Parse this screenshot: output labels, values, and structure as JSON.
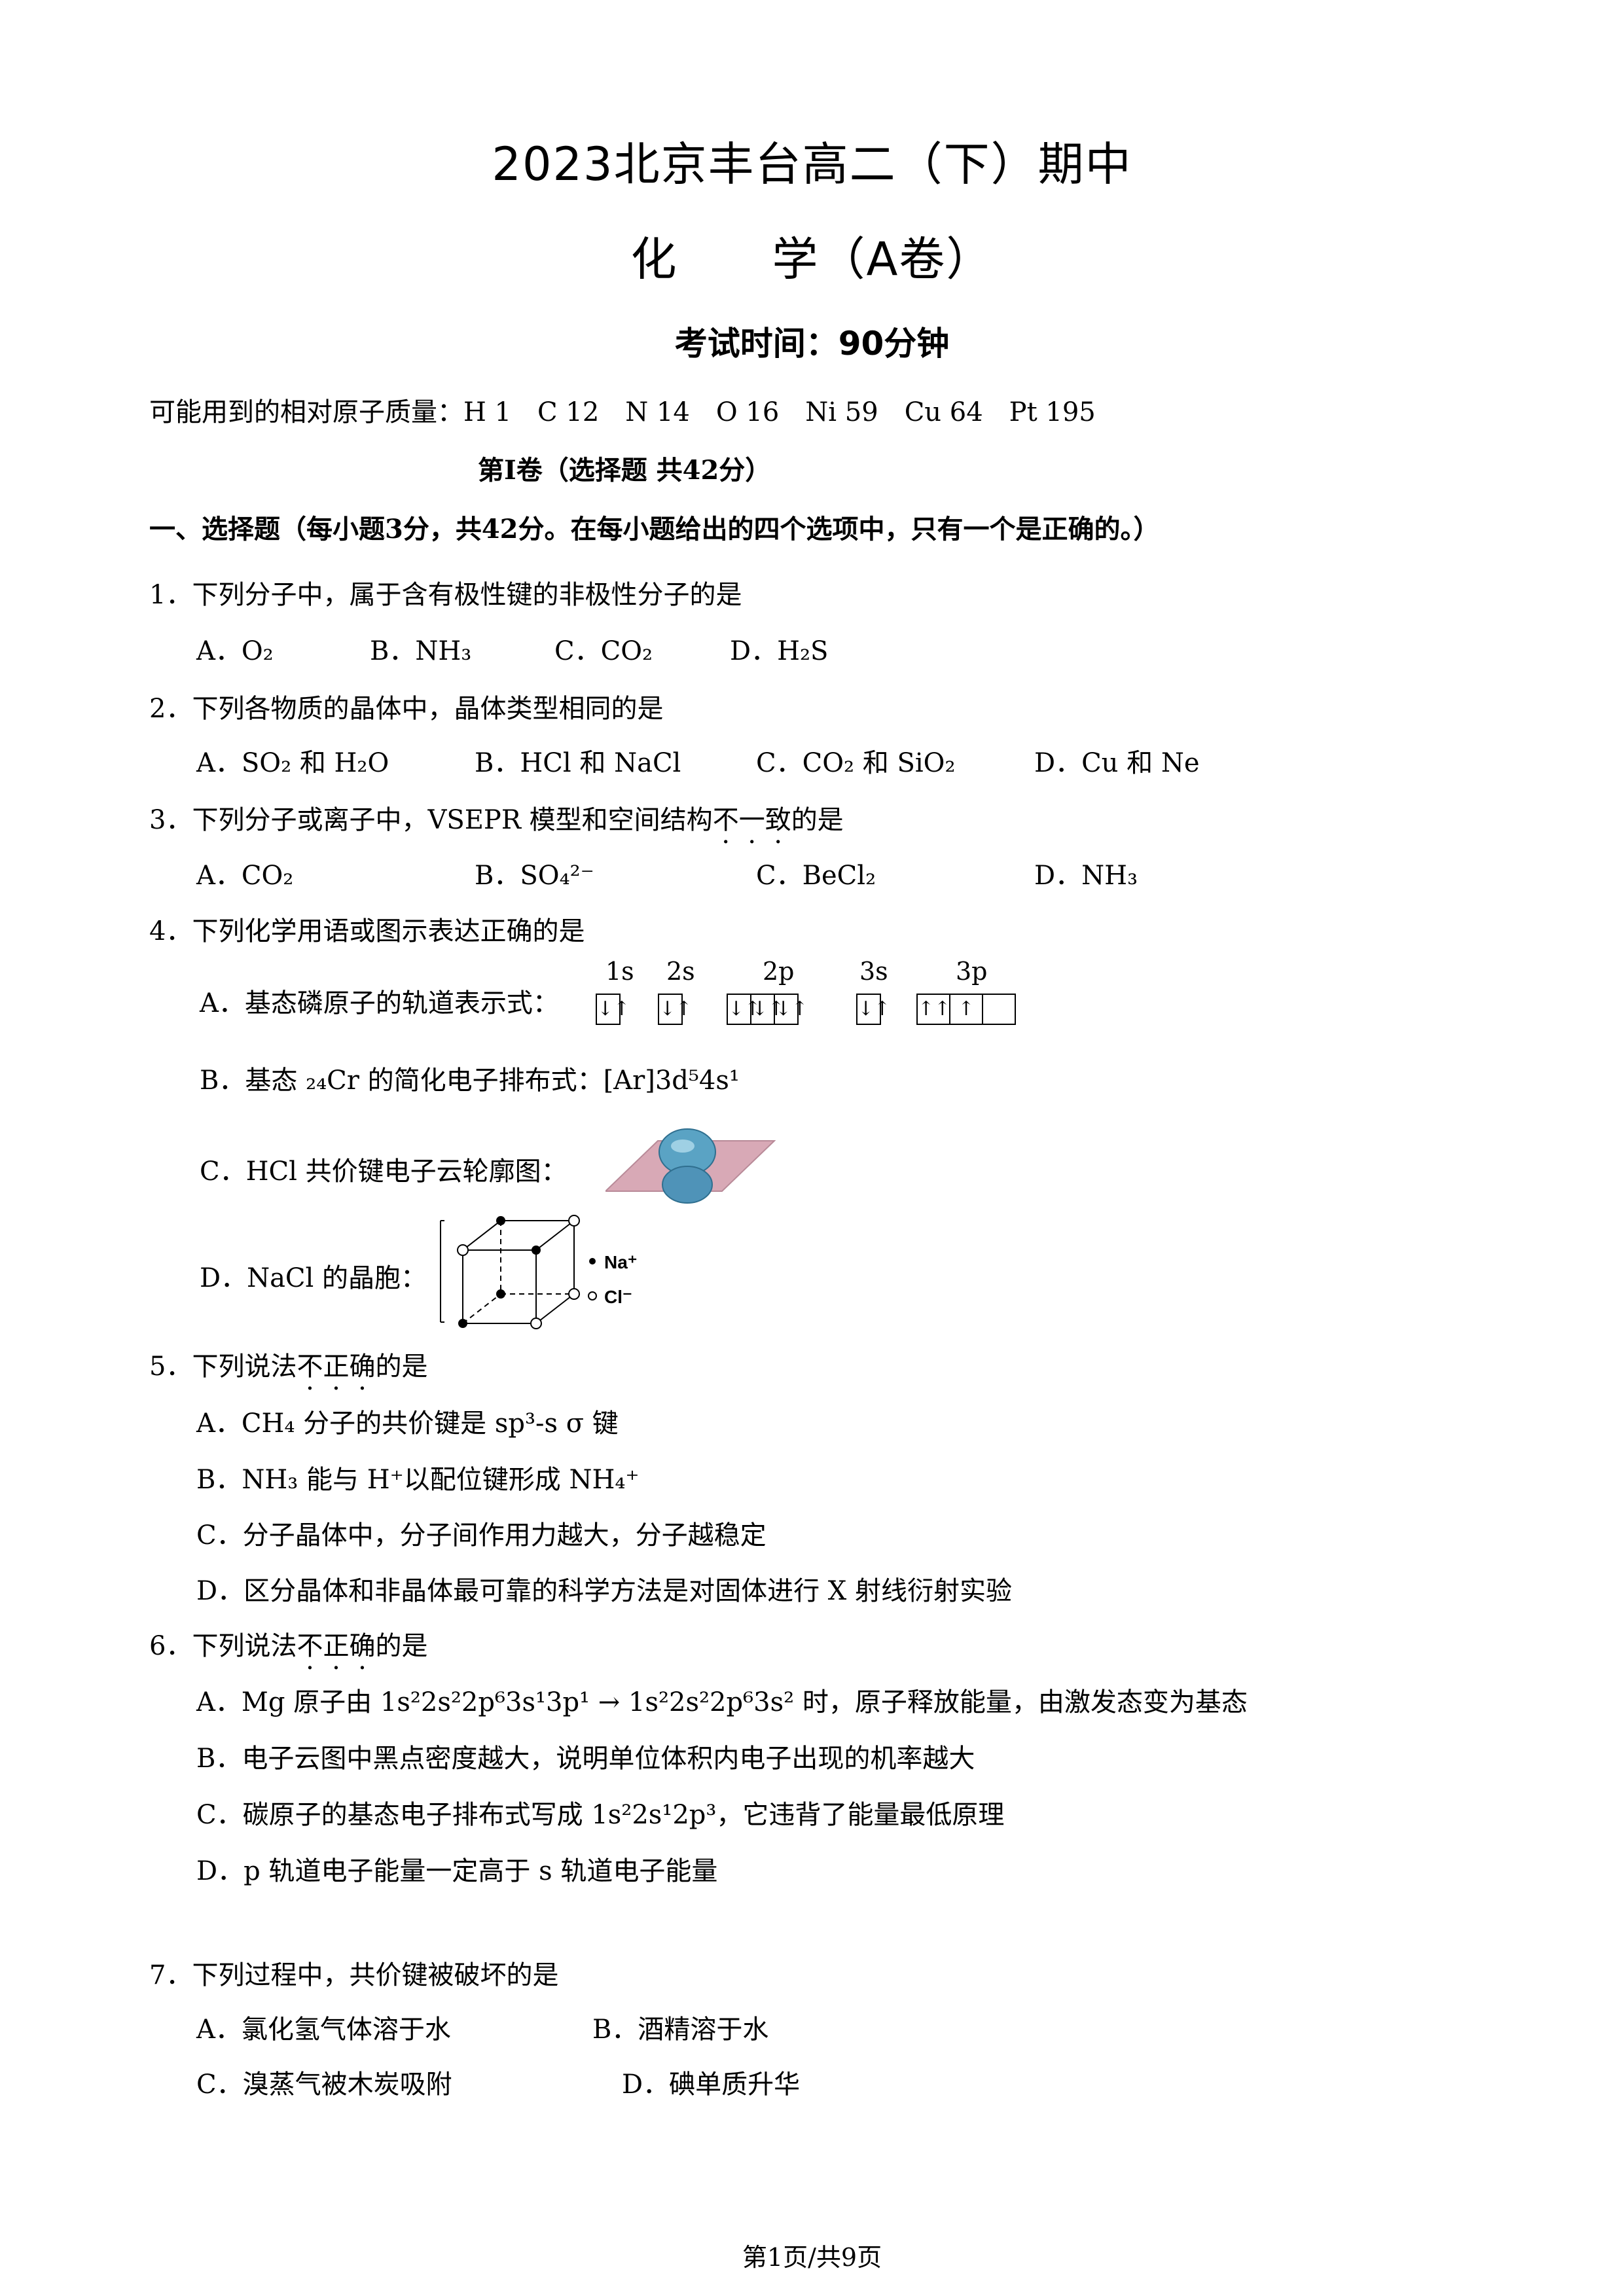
{
  "title": "2023北京丰台高二（下）期中",
  "subject": "化　　学（A卷）",
  "exam_time": "考试时间：90分钟",
  "atomic_masses": "可能用到的相对原子质量：H 1　C 12　N 14　O 16　Ni 59　Cu 64　Pt 195",
  "part1_heading": "第Ⅰ卷（选择题 共42分）",
  "section1_heading": "一、选择题（每小题3分，共42分。在每小题给出的四个选项中，只有一个是正确的。）",
  "q1": {
    "stem": "1．下列分子中，属于含有极性键的非极性分子的是",
    "a": "A．O₂",
    "b": "B．NH₃",
    "c": "C．CO₂",
    "d": "D．H₂S"
  },
  "q2": {
    "stem": "2．下列各物质的晶体中，晶体类型相同的是",
    "a": "A．SO₂ 和 H₂O",
    "b": "B．HCl 和 NaCl",
    "c": "C．CO₂ 和 SiO₂",
    "d": "D．Cu 和 Ne"
  },
  "q3": {
    "stem_pre": "3．下列分子或离子中，VSEPR 模型和空间结构",
    "stem_em": [
      "不",
      "一",
      "致"
    ],
    "stem_post": "的是",
    "a": "A．CO₂",
    "b": "B．SO₄²⁻",
    "c": "C．BeCl₂",
    "d": "D．NH₃"
  },
  "q4": {
    "stem": "4．下列化学用语或图示表达正确的是",
    "a": "A．基态磷原子的轨道表示式：",
    "orbitals": [
      "1s",
      "2s",
      "2p",
      "3s",
      "3p"
    ],
    "b": "B．基态 ₂₄Cr 的简化电子排布式：[Ar]3d⁵4s¹",
    "c": "C．HCl 共价键电子云轮廓图：",
    "d": "D．NaCl 的晶胞：",
    "na_label": "Na⁺",
    "cl_label": "Cl⁻"
  },
  "q5": {
    "stem_pre": "5．下列说法",
    "stem_em": [
      "不",
      "正",
      "确"
    ],
    "stem_post": "的是",
    "a": "A．CH₄ 分子的共价键是 sp³-s σ 键",
    "b": "B．NH₃ 能与 H⁺以配位键形成 NH₄⁺",
    "c": "C．分子晶体中，分子间作用力越大，分子越稳定",
    "d": "D．区分晶体和非晶体最可靠的科学方法是对固体进行 X 射线衍射实验"
  },
  "q6": {
    "stem_pre": "6．下列说法",
    "stem_em": [
      "不",
      "正",
      "确"
    ],
    "stem_post": "的是",
    "a": "A．Mg 原子由 1s²2s²2p⁶3s¹3p¹ → 1s²2s²2p⁶3s² 时，原子释放能量，由激发态变为基态",
    "b": "B．电子云图中黑点密度越大，说明单位体积内电子出现的机率越大",
    "c": "C．碳原子的基态电子排布式写成 1s²2s¹2p³，它违背了能量最低原理",
    "d": "D．p 轨道电子能量一定高于 s 轨道电子能量"
  },
  "q7": {
    "stem": "7．下列过程中，共价键被破坏的是",
    "a": "A．氯化氢气体溶于水",
    "b": "B．酒精溶于水",
    "c": "C．溴蒸气被木炭吸附",
    "d": "D．碘单质升华"
  },
  "page_footer": "第1页/共9页"
}
